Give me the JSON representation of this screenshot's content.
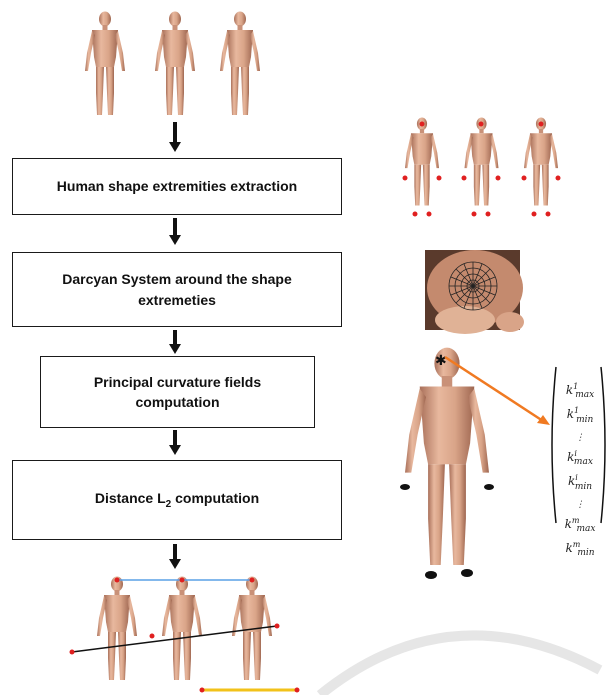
{
  "steps": [
    {
      "label": "Human shape extremities extraction"
    },
    {
      "label": "Darcyan System around the shape extremeties"
    },
    {
      "label": "Principal curvature fields computation"
    },
    {
      "label_main": "Distance L",
      "label_sub": "2",
      "label_tail": " computation"
    }
  ],
  "matrix": {
    "rows": [
      {
        "k": "k",
        "sup": "1",
        "sub": "max"
      },
      {
        "k": "k",
        "sup": "1",
        "sub": "min"
      },
      {
        "k": "⋮",
        "sup": "",
        "sub": ""
      },
      {
        "k": "k",
        "sup": "i",
        "sub": "max"
      },
      {
        "k": "k",
        "sup": "i",
        "sub": "min"
      },
      {
        "k": "⋮",
        "sup": "",
        "sub": ""
      },
      {
        "k": "k",
        "sup": "m",
        "sub": "max"
      },
      {
        "k": "k",
        "sup": "m",
        "sub": "min"
      }
    ]
  },
  "colors": {
    "skin": "#d9a488",
    "skin_dark": "#a86e55",
    "extremity_red": "#e02020",
    "extremity_black": "#111111",
    "arrow_orange": "#f07a22",
    "link_blue": "#5aa0e6",
    "link_yellow": "#f2c21a",
    "link_black": "#111111"
  }
}
